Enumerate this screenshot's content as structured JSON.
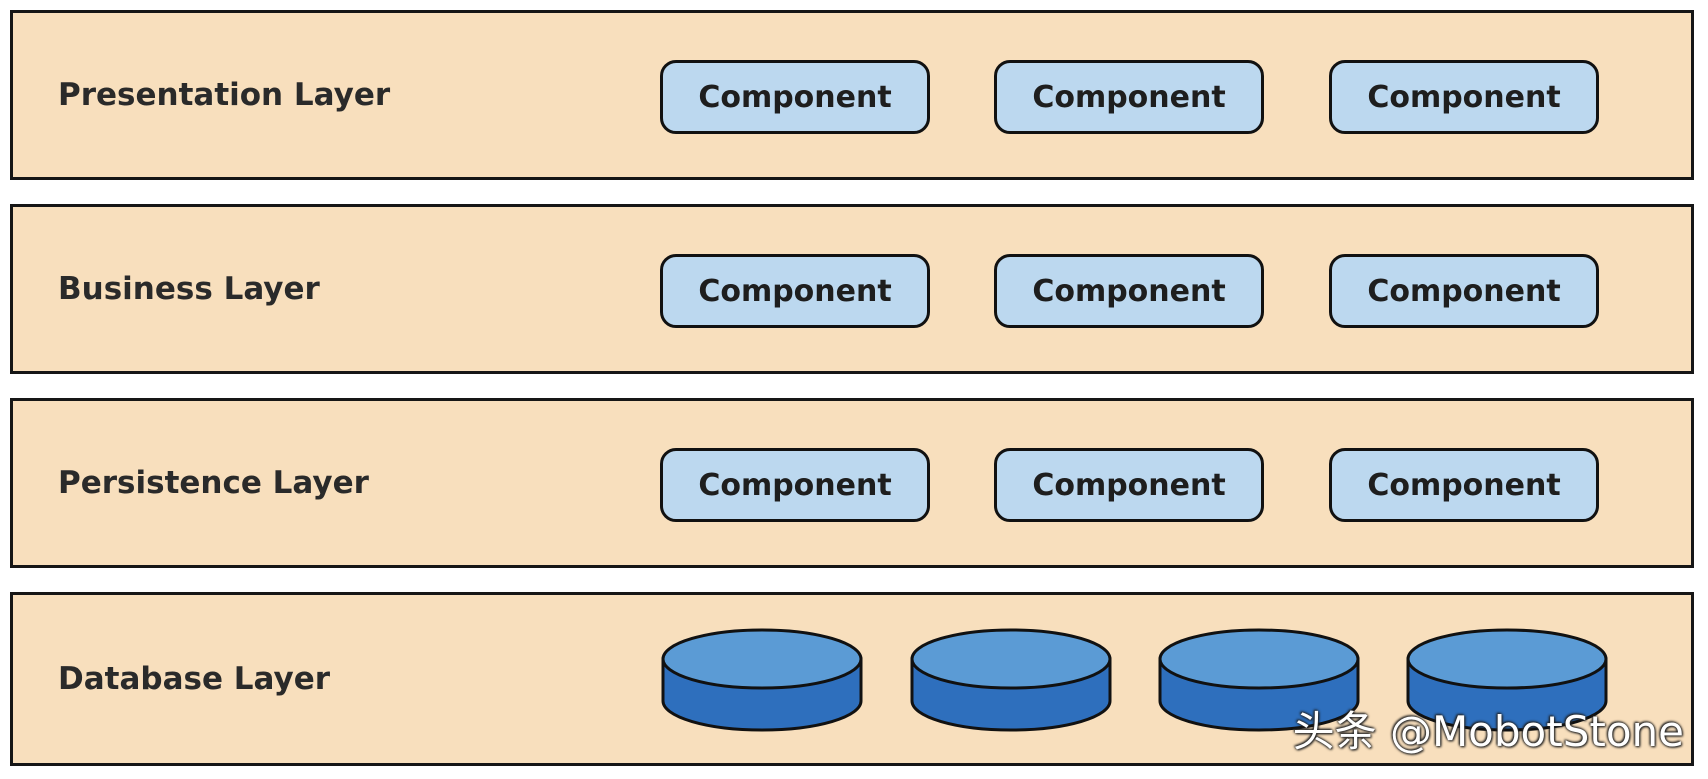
{
  "layers": [
    {
      "label": "Presentation Layer",
      "components": [
        "Component",
        "Component",
        "Component"
      ]
    },
    {
      "label": "Business Layer",
      "components": [
        "Component",
        "Component",
        "Component"
      ]
    },
    {
      "label": "Persistence Layer",
      "components": [
        "Component",
        "Component",
        "Component"
      ]
    },
    {
      "label": "Database Layer",
      "databases": 4
    }
  ],
  "watermark": "头条 @MobotStone",
  "colors": {
    "layer_fill": "#f8dfbd",
    "component_fill": "#bcd8ef",
    "database_top": "#5b9bd5",
    "database_side": "#2e6fbd",
    "border": "#161616"
  }
}
